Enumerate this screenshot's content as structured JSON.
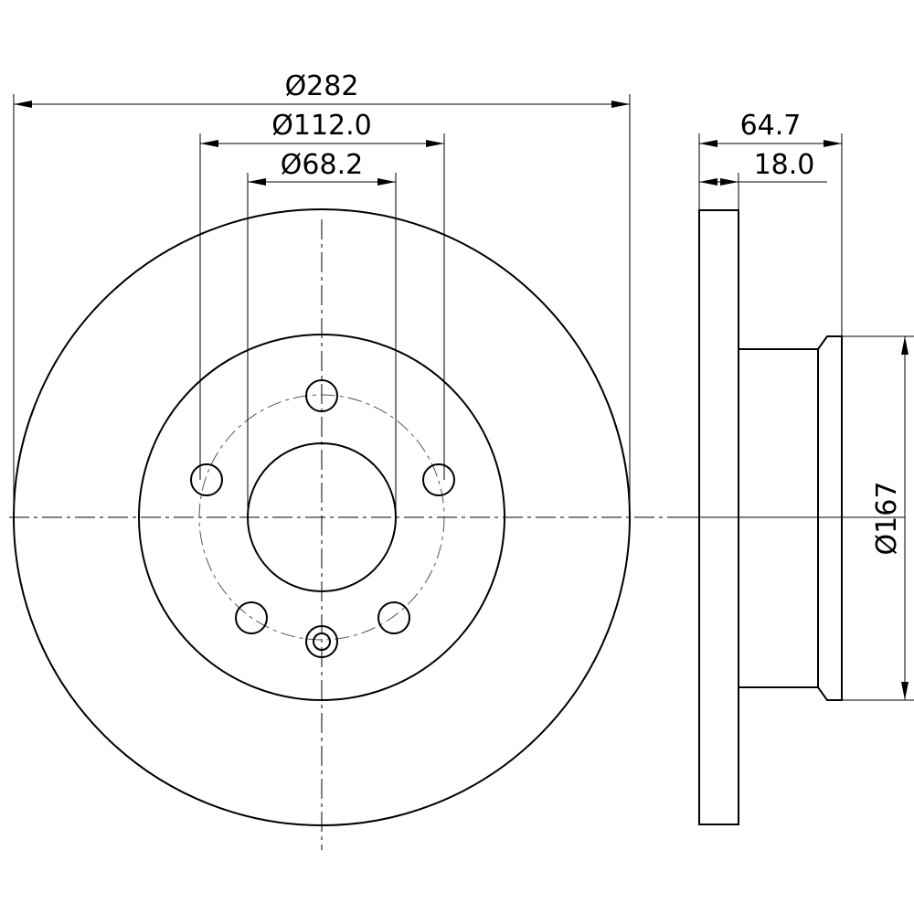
{
  "dimensions": {
    "outer_diameter": "Ø282",
    "bolt_circle_diameter": "Ø112.0",
    "center_bore_diameter": "Ø68.2",
    "total_height": "64.7",
    "disc_thickness": "18.0",
    "hub_diameter": "Ø167"
  }
}
